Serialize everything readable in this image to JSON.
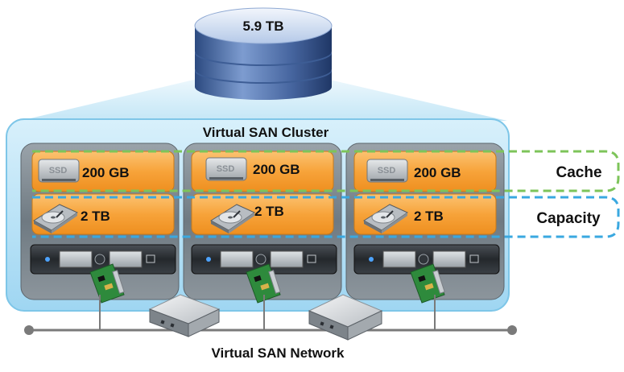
{
  "storage": {
    "total": "5.9 TB"
  },
  "cluster": {
    "title": "Virtual SAN Cluster"
  },
  "network": {
    "title": "Virtual SAN Network"
  },
  "tiers": {
    "cache": "Cache",
    "capacity": "Capacity"
  },
  "hosts": [
    {
      "cache": "200 GB",
      "capacity": "2 TB",
      "ssd_label": "SSD"
    },
    {
      "cache": "200 GB",
      "capacity": "2 TB",
      "ssd_label": "SSD"
    },
    {
      "cache": "200 GB",
      "capacity": "2 TB",
      "ssd_label": "SSD"
    }
  ],
  "colors": {
    "cluster_fill": "#aee0f7",
    "cluster_border": "#7ec6e8",
    "host_fill": "#7f8a92",
    "disk_fill": "#f7a43a",
    "cache_dash": "#7dc45a",
    "capacity_dash": "#3aa8e0",
    "network_line": "#7a7a7a",
    "cylinder": "#4a6ea8"
  },
  "icons": {
    "storage": "database-cylinder-icon",
    "ssd": "ssd-icon",
    "hdd": "hard-disk-icon",
    "server": "server-chassis-icon",
    "nic": "network-card-icon",
    "switch": "network-switch-icon"
  }
}
